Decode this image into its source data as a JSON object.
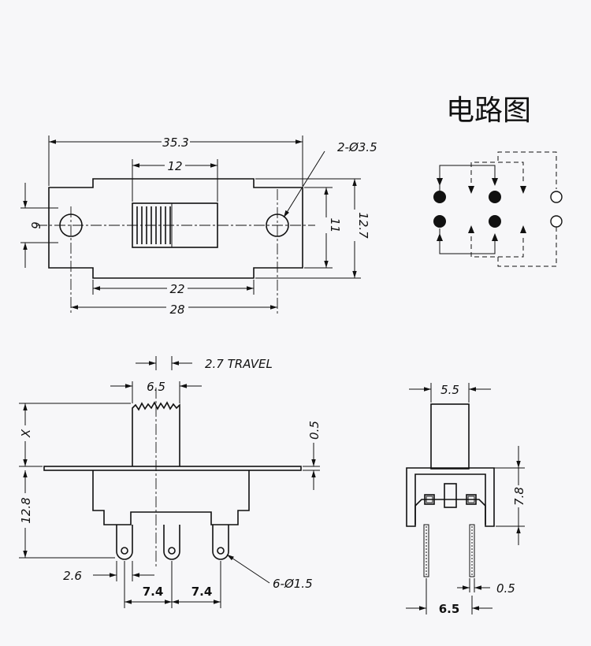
{
  "circuit_title": "电路图",
  "top_view": {
    "overall_length": "35.3",
    "slider_width": "12",
    "mount_holes": "2-Ø3.5",
    "height_left": "6",
    "height_inner": "11",
    "height_outer": "12.7",
    "inner_length": "22",
    "hole_spacing": "28"
  },
  "front_view": {
    "travel": "2.7 TRAVEL",
    "actuator_width": "6.5",
    "actuator_height": "X",
    "plate_thickness": "0.5",
    "body_height": "12.8",
    "pin_offset": "2.6",
    "pin_pitch_1": "7.4",
    "pin_pitch_2": "7.4",
    "pin_holes": "6-Ø1.5"
  },
  "side_view": {
    "actuator_width": "5.5",
    "body_height": "7.8",
    "pin_thickness": "0.5",
    "pin_spacing": "6.5"
  }
}
